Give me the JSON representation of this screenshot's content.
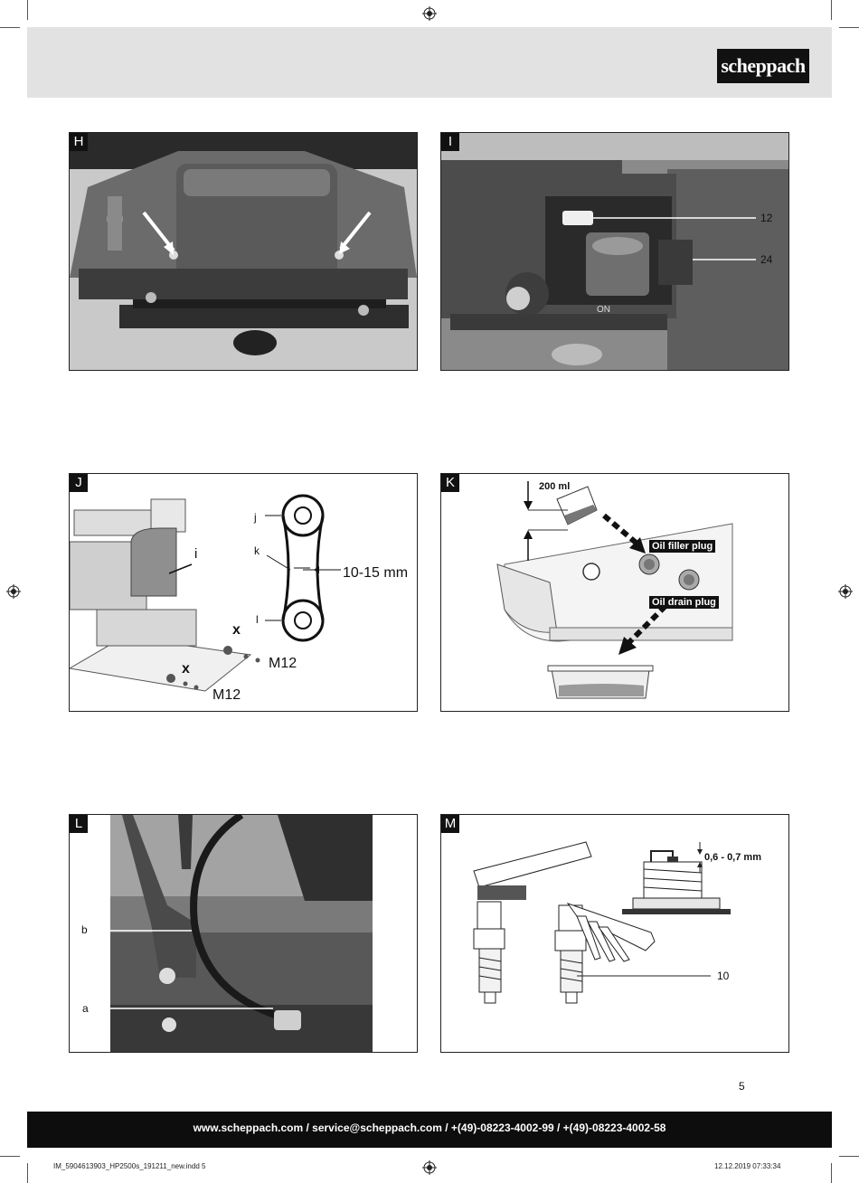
{
  "header": {
    "brand": "scheppach"
  },
  "panels": {
    "H": {
      "label": "H"
    },
    "I": {
      "label": "I",
      "callout_12": "12",
      "callout_24": "24",
      "marking_on": "ON"
    },
    "J": {
      "label": "J",
      "callout_i": "i",
      "callout_j": "j",
      "callout_k": "k",
      "callout_l": "l",
      "gap": "10-15 mm",
      "x1": "x",
      "x2": "x",
      "bolt1": "M12",
      "bolt2": "M12"
    },
    "K": {
      "label": "K",
      "volume": "200 ml",
      "filler": "Oil filler plug",
      "drain": "Oil drain plug"
    },
    "L": {
      "label": "L",
      "callout_b": "b",
      "callout_a": "a"
    },
    "M": {
      "label": "M",
      "gap": "0,6 - 0,7 mm",
      "callout_10": "10"
    }
  },
  "page_number": "5",
  "footer": {
    "contact": "www.scheppach.com / service@scheppach.com / +(49)-08223-4002-99 / +(49)-08223-4002-58"
  },
  "slug": {
    "file": "IM_5904613903_HP2500s_191211_new.indd   5",
    "date": "12.12.2019   07:33:34"
  }
}
